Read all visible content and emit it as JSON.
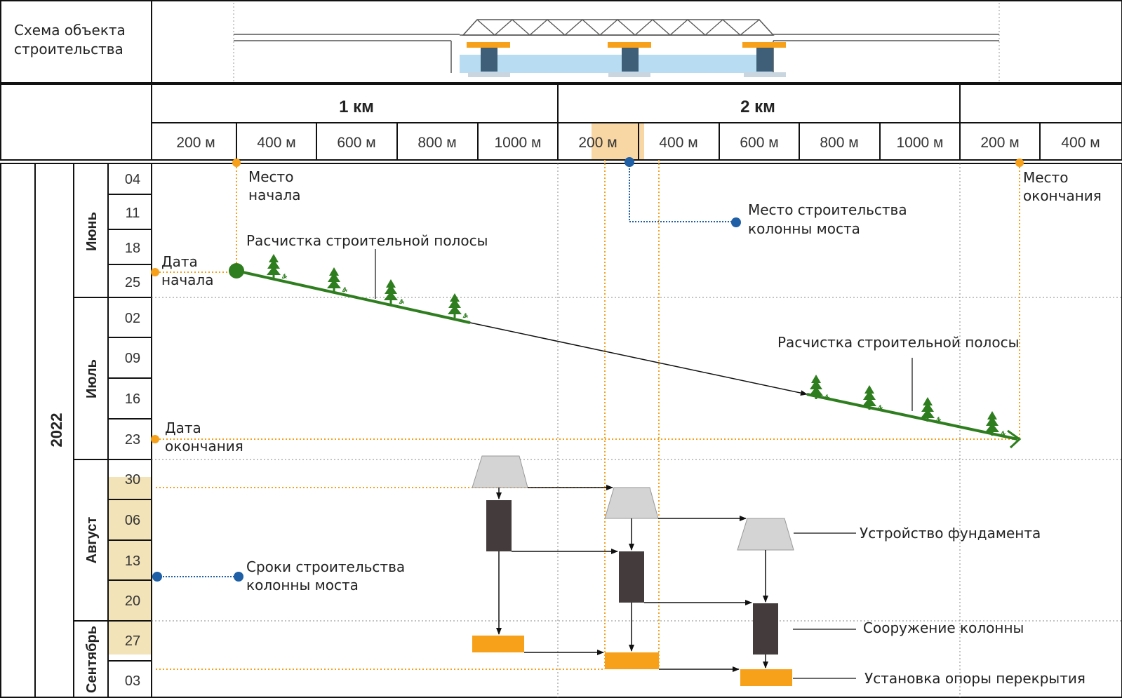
{
  "header": {
    "schema_label_line1": "Схема объекта",
    "schema_label_line2": "строительства"
  },
  "km_headers": [
    "1 км",
    "2 км",
    ""
  ],
  "meter_ticks": [
    "200 м",
    "400 м",
    "600 м",
    "800 м",
    "1000 м",
    "200 м",
    "400 м",
    "600 м",
    "800 м",
    "1000 м",
    "200 м",
    "400 м"
  ],
  "timeline": {
    "year": "2022",
    "months": [
      "Июнь",
      "Июль",
      "Август",
      "Сентябрь"
    ],
    "dates": [
      "04",
      "11",
      "18",
      "25",
      "02",
      "09",
      "16",
      "23",
      "30",
      "06",
      "13",
      "20",
      "27",
      "03"
    ],
    "highlighted_dates": [
      "06",
      "13",
      "20",
      "27"
    ]
  },
  "annotations": {
    "start_place_1": "Место",
    "start_place_2": "начала",
    "end_place_1": "Место",
    "end_place_2": "окончания",
    "column_site_1": "Место строительства",
    "column_site_2": "колонны моста",
    "clearing_top": "Расчистка строительной полосы",
    "clearing_bottom": "Расчистка строительной полосы",
    "start_date_1": "Дата",
    "start_date_2": "начала",
    "end_date_1": "Дата",
    "end_date_2": "окончания",
    "column_terms_1": "Сроки строительства",
    "column_terms_2": "колонны моста",
    "foundation": "Устройство фундамента",
    "column_build": "Сооружение колонны",
    "span_support": "Установка опоры перекрытия"
  },
  "colors": {
    "orange": "#F7A01A",
    "green": "#2E7D1E",
    "blue": "#1F5FA6",
    "dark_block": "#443C3C",
    "foundation_gray": "#D4D4D4",
    "highlight": "#F3E3B8",
    "water": "#B8DDF2",
    "pier": "#3F5F78"
  }
}
